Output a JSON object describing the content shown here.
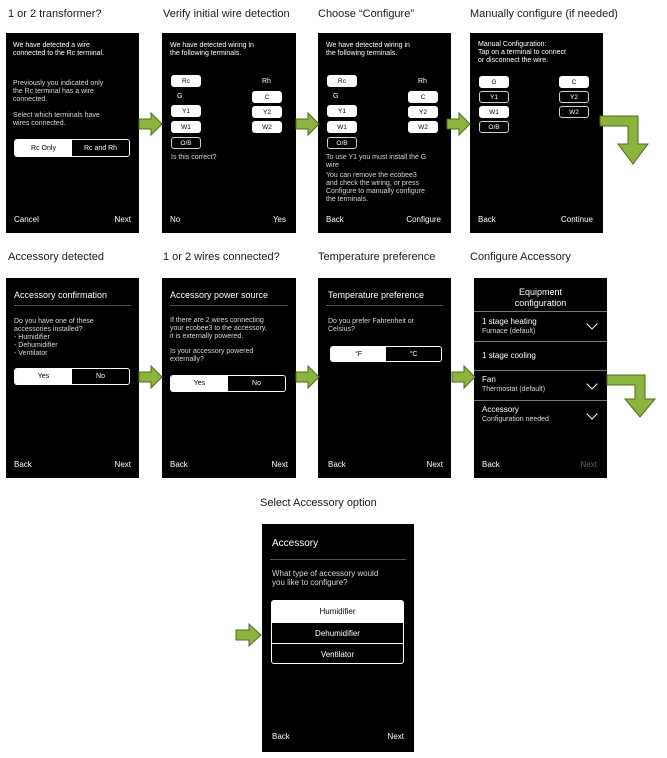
{
  "captions": {
    "row1": [
      "1 or 2 transformer?",
      "Verify initial wire detection",
      "Choose “Configure”",
      "Manually configure (if needed)"
    ],
    "row2": [
      "Accessory detected",
      "1 or 2 wires connected?",
      "Temperature preference",
      "Configure Accessory"
    ],
    "row3": [
      "Select Accessory option"
    ]
  },
  "s1": {
    "message": "We have detected a wire\nconnected to the Rc terminal.",
    "body1": "Previously you indicated only\nthe Rc terminal has a wire\nconnected.",
    "body2": "Select which terminals have\nwires connected.",
    "options": [
      "Rc Only",
      "Rc and Rh"
    ],
    "selected_index": 0,
    "nav_left": "Cancel",
    "nav_right": "Next"
  },
  "s2": {
    "message": "We have detected wiring in\nthe following terminals.",
    "left_col": [
      "Rc",
      "G",
      "Y1",
      "W1",
      "O/B"
    ],
    "right_col": [
      "Rh",
      "C",
      "Y2",
      "W2"
    ],
    "question": "Is this correct?",
    "nav_left": "No",
    "nav_right": "Yes"
  },
  "s3": {
    "message": "We have detected wiring in\nthe following terminals.",
    "left_col": [
      "Rc",
      "G",
      "Y1",
      "W1",
      "O/B"
    ],
    "right_col": [
      "Rh",
      "C",
      "Y2",
      "W2"
    ],
    "info1": "To use Y1 you must install the G\nwire",
    "info2": "You can remove the ecobee3\nand check the wiring, or press\nConfigure to manually configure\nthe terminals.",
    "nav_left": "Back",
    "nav_right": "Configure"
  },
  "s4": {
    "message": "Manual Configuration:\nTap on a terminal to connect\nor disconnect the wire.",
    "left_col": [
      "G",
      "Y1",
      "W1",
      "O/B"
    ],
    "right_col": [
      "C",
      "Y2",
      "W2"
    ],
    "nav_left": "Back",
    "nav_right": "Continue"
  },
  "s5": {
    "title": "Accessory confirmation",
    "body": "Do you have one of these\naccessories installed?\n- Humidifier\n- Dehumidifier\n- Ventilator",
    "options": [
      "Yes",
      "No"
    ],
    "selected_index": 0,
    "nav_left": "Back",
    "nav_right": "Next"
  },
  "s6": {
    "title": "Accessory power source",
    "body1": "If there are 2 wires connecting\nyour ecobee3 to the accessory,\nit is externally powered.",
    "body2": "Is your accessory powered\nexternally?",
    "options": [
      "Yes",
      "No"
    ],
    "selected_index": 0,
    "nav_left": "Back",
    "nav_right": "Next"
  },
  "s7": {
    "title": "Temperature preference",
    "body": "Do you prefer Fahrenheit or\nCelsius?",
    "options": [
      "°F",
      "°C"
    ],
    "selected_index": 0,
    "nav_left": "Back",
    "nav_right": "Next"
  },
  "s8": {
    "title": "Equipment\nconfiguration",
    "rows": [
      {
        "label": "1 stage heating",
        "sub": "Furnace (default)"
      },
      {
        "label": "1 stage cooling",
        "sub": ""
      },
      {
        "label": "Fan",
        "sub": "Thermostat (default)"
      },
      {
        "label": "Accessory",
        "sub": "Configuration needed"
      }
    ],
    "nav_left": "Back",
    "nav_right": "Next"
  },
  "s9": {
    "title": "Accessory",
    "question": "What type of accessory would\nyou like to configure?",
    "options": [
      "Humidifier",
      "Dehumidifier",
      "Ventilator"
    ],
    "selected_index": 0,
    "nav_left": "Back",
    "nav_right": "Next"
  },
  "colors": {
    "screen_bg": "#000000",
    "arrow_fill": "#8db33f",
    "arrow_stroke": "#4e6b1e"
  }
}
